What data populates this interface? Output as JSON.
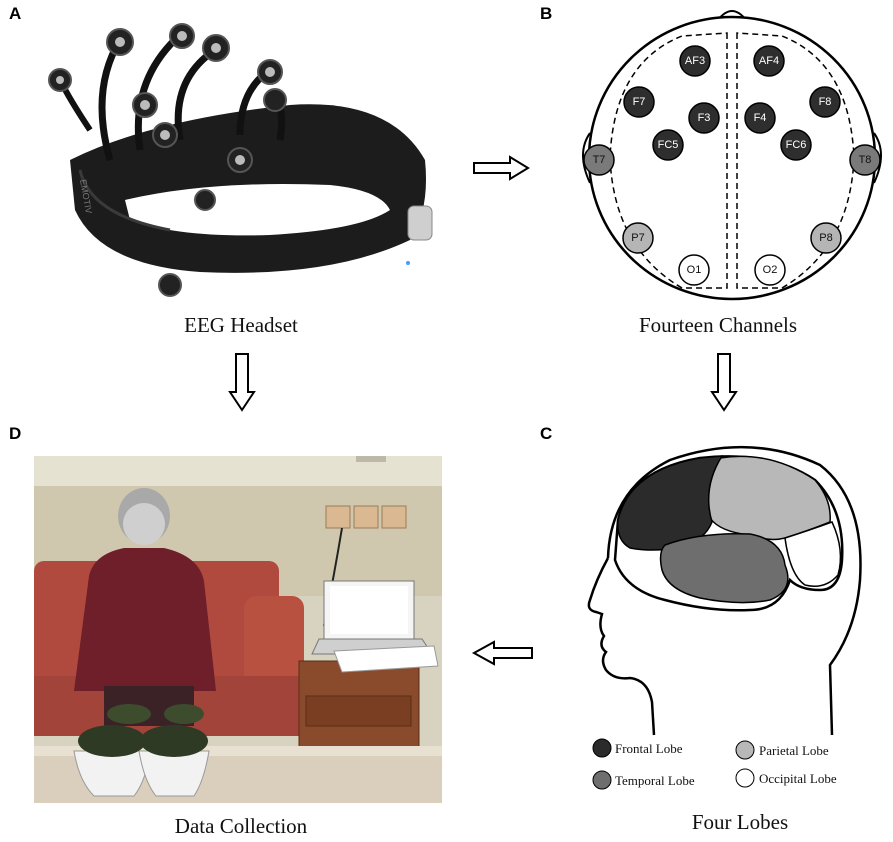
{
  "panels": {
    "a": {
      "letter": "A",
      "caption": "EEG Headset",
      "brand_text": "EMOTIV"
    },
    "b": {
      "letter": "B",
      "caption": "Fourteen Channels"
    },
    "c": {
      "letter": "C",
      "caption": "Four Lobes"
    },
    "d": {
      "letter": "D",
      "caption": "Data Collection"
    }
  },
  "electrodes": [
    {
      "label": "AF3",
      "shade": "dark"
    },
    {
      "label": "AF4",
      "shade": "dark"
    },
    {
      "label": "F7",
      "shade": "dark"
    },
    {
      "label": "F3",
      "shade": "dark"
    },
    {
      "label": "F4",
      "shade": "dark"
    },
    {
      "label": "F8",
      "shade": "dark"
    },
    {
      "label": "FC5",
      "shade": "dark"
    },
    {
      "label": "FC6",
      "shade": "dark"
    },
    {
      "label": "T7",
      "shade": "mid"
    },
    {
      "label": "T8",
      "shade": "mid"
    },
    {
      "label": "P7",
      "shade": "light"
    },
    {
      "label": "P8",
      "shade": "light"
    },
    {
      "label": "O1",
      "shade": "white"
    },
    {
      "label": "O2",
      "shade": "white"
    }
  ],
  "lobes": {
    "frontal": {
      "label": "Frontal Lobe",
      "color": "#2b2b2b"
    },
    "parietal": {
      "label": "Parietal Lobe",
      "color": "#b8b8b8"
    },
    "temporal": {
      "label": "Temporal Lobe",
      "color": "#6e6e6e"
    },
    "occipital": {
      "label": "Occipital Lobe",
      "color": "#ffffff"
    }
  },
  "colors": {
    "dark": "#2e2e2e",
    "mid": "#7a7a7a",
    "light": "#b5b5b5",
    "white": "#ffffff"
  }
}
